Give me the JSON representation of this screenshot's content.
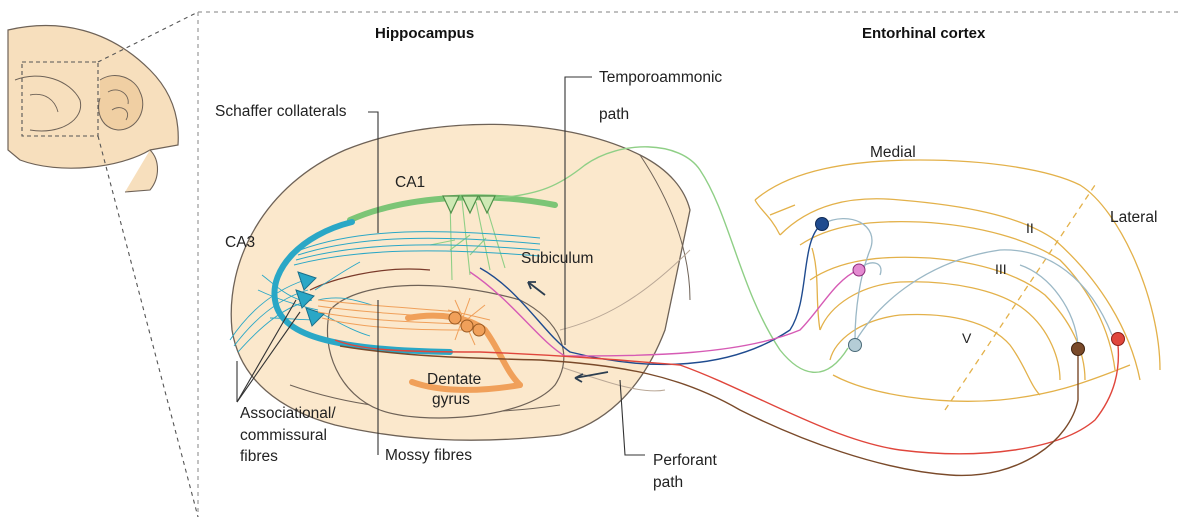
{
  "headings": {
    "hippocampus": "Hippocampus",
    "entorhinal_cortex": "Entorhinal cortex"
  },
  "labels": {
    "temporoammonic_l1": "Temporoammonic",
    "temporoammonic_l2": "path",
    "schaffer": "Schaffer collaterals",
    "ca1": "CA1",
    "ca3": "CA3",
    "subiculum": "Subiculum",
    "dentate_l1": "Dentate",
    "dentate_l2": "gyrus",
    "assoc_l1": "Associational/",
    "assoc_l2": "commissural",
    "assoc_l3": "fibres",
    "mossy": "Mossy fibres",
    "perforant_l1": "Perforant",
    "perforant_l2": "path",
    "medial": "Medial",
    "lateral": "Lateral",
    "layer_ii": "II",
    "layer_iii": "III",
    "layer_v": "V"
  },
  "colors": {
    "hippocampus_fill": "#fbe8cc",
    "outline": "#6e6257",
    "ca1_green": "#7cc576",
    "ca3_teal": "#2aa7c6",
    "dentate_orange": "#f0a05a",
    "cortex_layers": "#e3b14a",
    "temporoammonic_path": "#8fcf86",
    "perforant_red": "#e0463c",
    "perforant_magenta": "#d65bb5",
    "perforant_navy": "#1f4b8f",
    "neuron_grey": "#9bb8c6",
    "neuron_brown": "#7a4a2a"
  }
}
